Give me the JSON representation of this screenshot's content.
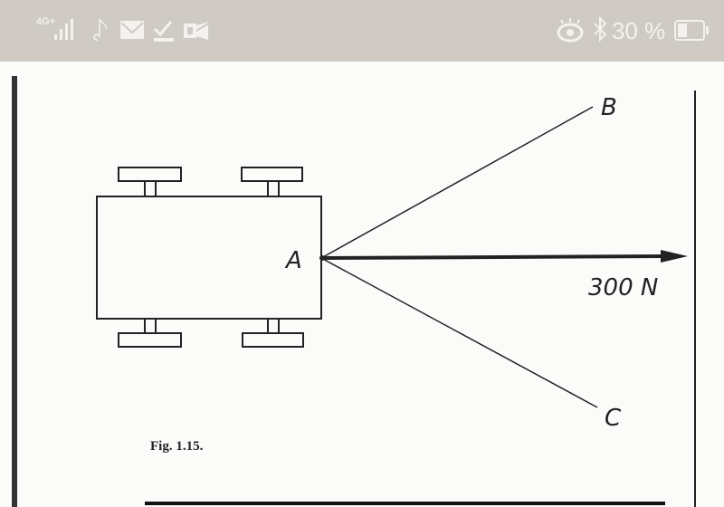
{
  "status_bar": {
    "network": "4G+",
    "battery_text": "30 %",
    "icons": [
      "signal-icon",
      "music-icon",
      "mail-icon",
      "download-done-icon",
      "outlook-icon",
      "eye-icon",
      "bluetooth-icon",
      "battery-icon"
    ]
  },
  "diagram": {
    "point_a": "A",
    "point_b": "B",
    "point_c": "C",
    "force_label": "300 N",
    "caption": "Fig. 1.15."
  }
}
